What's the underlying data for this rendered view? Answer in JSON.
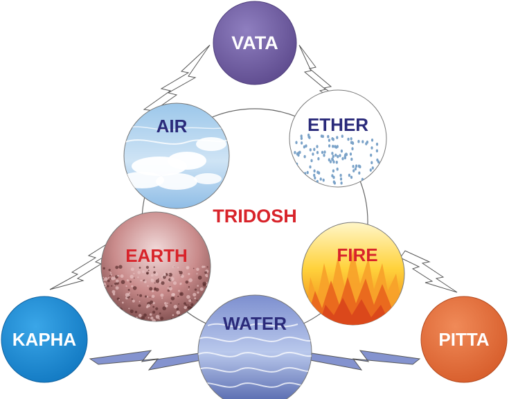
{
  "center": {
    "label": "TRIDOSH",
    "color": "#d8232a"
  },
  "doshas": {
    "vata": {
      "label": "VATA",
      "color": "#6f5b9e"
    },
    "kapha": {
      "label": "KAPHA",
      "color": "#1a8fd6"
    },
    "pitta": {
      "label": "PITTA",
      "color": "#e5703d"
    }
  },
  "elements": {
    "air": {
      "label": "AIR",
      "label_color": "#2a2a7a",
      "texture": "sky-with-clouds"
    },
    "ether": {
      "label": "ETHER",
      "label_color": "#2a2a7a",
      "texture": "scattered-dots"
    },
    "earth": {
      "label": "EARTH",
      "label_color": "#d8232a",
      "texture": "soil"
    },
    "fire": {
      "label": "FIRE",
      "label_color": "#d8232a",
      "texture": "flames"
    },
    "water": {
      "label": "WATER",
      "label_color": "#2a2a7a",
      "texture": "rippling-water"
    }
  }
}
